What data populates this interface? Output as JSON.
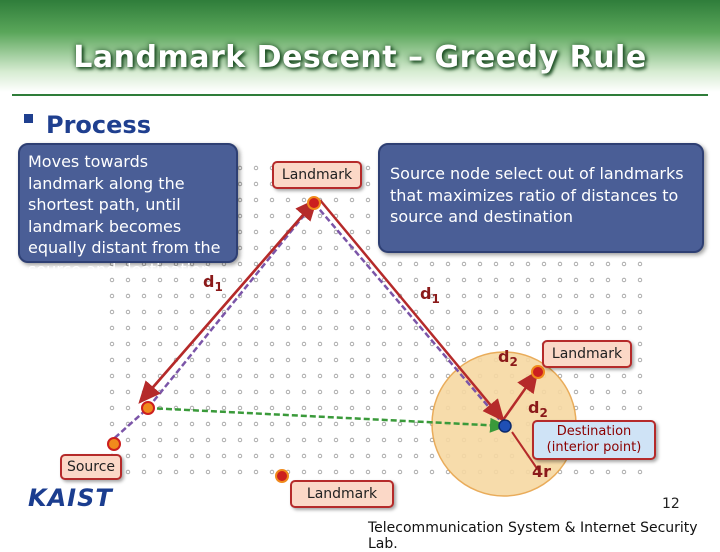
{
  "slide": {
    "title": "Landmark Descent – Greedy Rule",
    "bullet": "Process",
    "page_number": "12",
    "footer": "Telecommunication System & Internet Security Lab.",
    "logo": "KAIST"
  },
  "callouts": {
    "left": "Moves towards landmark along the shortest path, until landmark becomes equally distant from the source and destination",
    "right": "Source node select out of landmarks that maximizes ratio of distances to source and destination"
  },
  "labels": {
    "landmark_top": "Landmark",
    "landmark_right": "Landmark",
    "landmark_bottom": "Landmark",
    "source": "Source",
    "destination_line1": "Destination",
    "destination_line2": "(interior point)",
    "d1_left": "d",
    "d1_left_sub": "1",
    "d1_right": "d",
    "d1_right_sub": "1",
    "d2_upper": "d",
    "d2_upper_sub": "2",
    "d2_lower": "d",
    "d2_lower_sub": "2",
    "radius": "4r"
  },
  "colors": {
    "callout_fill": "#4a5e96",
    "arrow_red": "#b52a2a",
    "path_purple": "#7b55a8",
    "path_green": "#3a9a3a",
    "circle_fill": "#f7d9a3",
    "node_red": "#cc1f1f",
    "node_orange": "#f08a1c",
    "node_blue": "#1f4fb5"
  }
}
